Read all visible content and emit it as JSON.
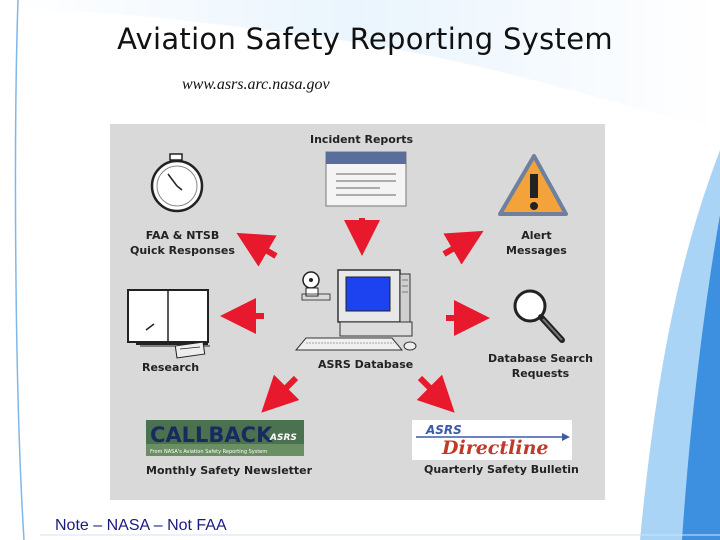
{
  "slide": {
    "title": "Aviation Safety Reporting System",
    "url": "www.asrs.arc.nasa.gov",
    "note": "Note – NASA – Not FAA"
  },
  "diagram": {
    "center": {
      "label": "ASRS Database"
    },
    "nodes": {
      "incident": {
        "label": "Incident Reports"
      },
      "faa": {
        "line1": "FAA & NTSB",
        "line2": "Quick Responses"
      },
      "alert": {
        "line1": "Alert",
        "line2": "Messages"
      },
      "research": {
        "label": "Research"
      },
      "dbsearch": {
        "line1": "Database Search",
        "line2": "Requests"
      },
      "callback": {
        "logo_text": "CALLBACK",
        "logo_sub": "From NASA's Aviation Safety Reporting System",
        "logo_badge": "ASRS",
        "label": "Monthly Safety Newsletter"
      },
      "directline": {
        "logo_badge": "ASRS",
        "logo_text": "Directline",
        "label": "Quarterly Safety Bulletin"
      }
    },
    "colors": {
      "panel": "#d9d9d9",
      "arrow": "#e8192c",
      "title_text": "#111111",
      "note_text": "#1a1a80",
      "accent_blue": "#3d8fe0"
    }
  }
}
